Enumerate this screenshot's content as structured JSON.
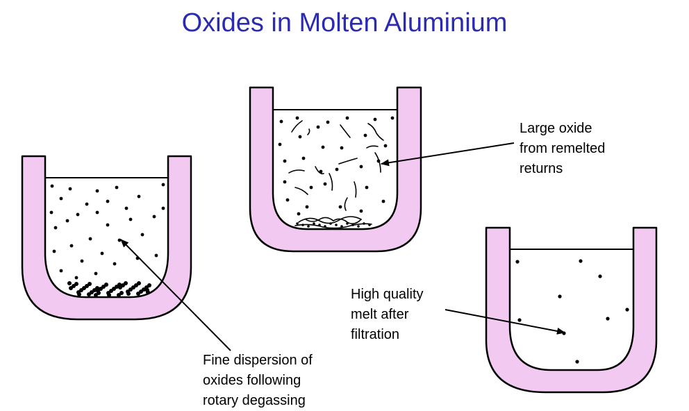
{
  "title": "Oxides in Molten Aluminium",
  "colors": {
    "title": "#2b2bb0",
    "crucible_wall": "#f2c9f0",
    "outline": "#000000",
    "particle": "#000000"
  },
  "crucibles": [
    {
      "id": "rotary-degassing",
      "particle_type": "fine dots with sediment at bottom",
      "label_lines": [
        "Fine dispersion of",
        "oxides following",
        "rotary degassing"
      ]
    },
    {
      "id": "remelted-returns",
      "particle_type": "dots and large curved oxide films with sediment at bottom",
      "label_lines": [
        "Large oxide",
        "from remelted",
        "returns"
      ]
    },
    {
      "id": "filtration",
      "particle_type": "sparse dots",
      "label_lines": [
        "High quality",
        "melt after",
        "filtration"
      ]
    }
  ]
}
